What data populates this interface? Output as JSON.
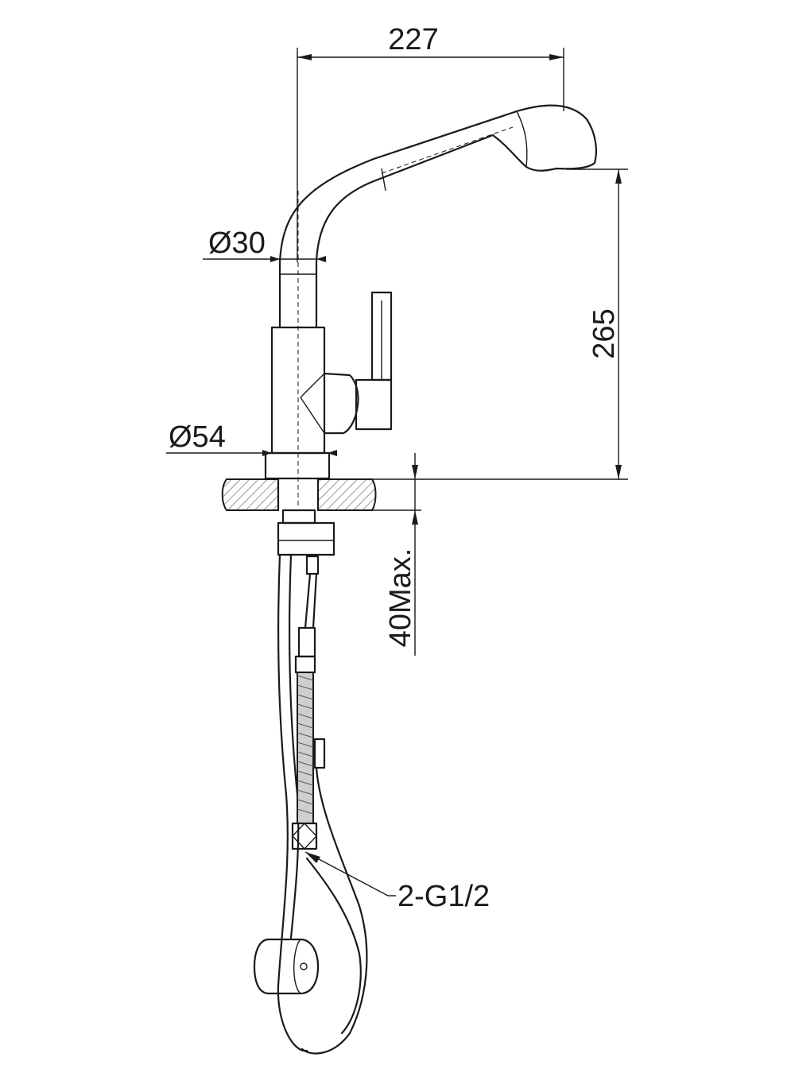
{
  "dimensions": {
    "spout_reach": "227",
    "spout_height": "265",
    "spout_diameter": "Ø30",
    "base_diameter": "Ø54",
    "max_counter_thickness": "40Max.",
    "hose_connection": "2-G1/2"
  }
}
